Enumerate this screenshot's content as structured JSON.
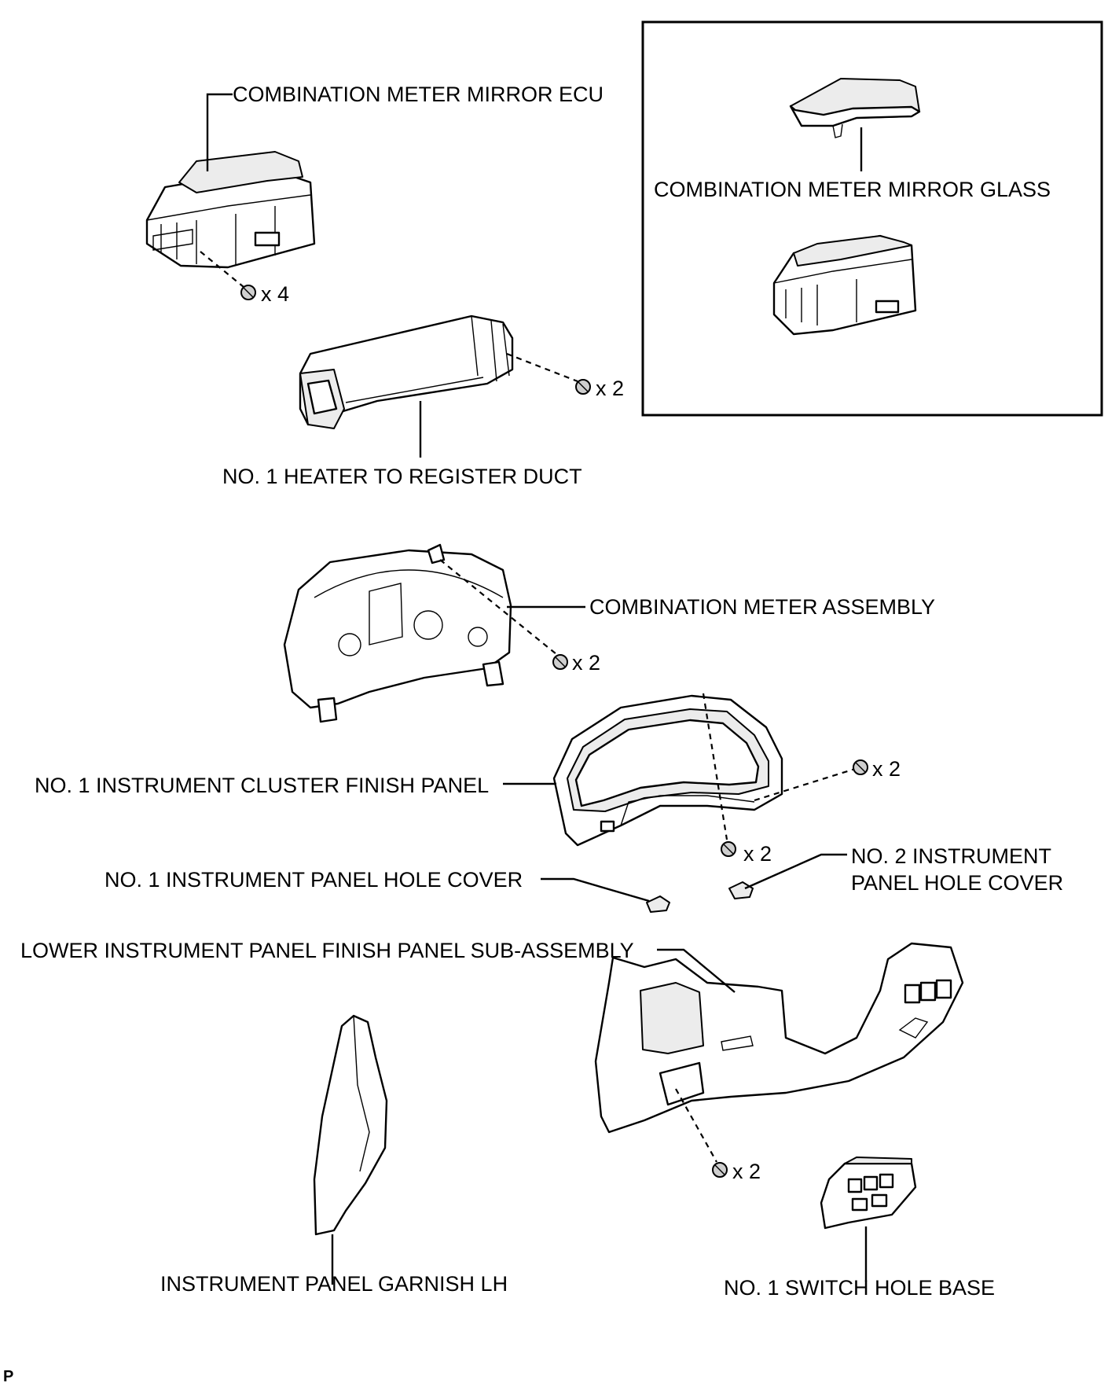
{
  "labels": {
    "mirror_ecu": "COMBINATION METER MIRROR ECU",
    "mirror_glass": "COMBINATION METER MIRROR GLASS",
    "heater_duct": "NO. 1 HEATER TO REGISTER DUCT",
    "meter_assembly": "COMBINATION METER ASSEMBLY",
    "cluster_finish_panel": "NO. 1 INSTRUMENT CLUSTER FINISH PANEL",
    "hole_cover_1": "NO. 1 INSTRUMENT PANEL HOLE COVER",
    "hole_cover_2_line1": "NO. 2 INSTRUMENT",
    "hole_cover_2_line2": "PANEL HOLE COVER",
    "lower_finish_panel": "LOWER INSTRUMENT PANEL FINISH PANEL SUB-ASSEMBLY",
    "garnish_lh": "INSTRUMENT PANEL GARNISH LH",
    "switch_hole_base": "NO. 1 SWITCH HOLE BASE"
  },
  "quantities": {
    "ecu_screws": "x 4",
    "duct_screws": "x 2",
    "meter_screws": "x 2",
    "panel_screws_right": "x 2",
    "panel_screws_lower": "x 2",
    "lower_panel_screws": "x 2"
  },
  "corner_mark": "P"
}
